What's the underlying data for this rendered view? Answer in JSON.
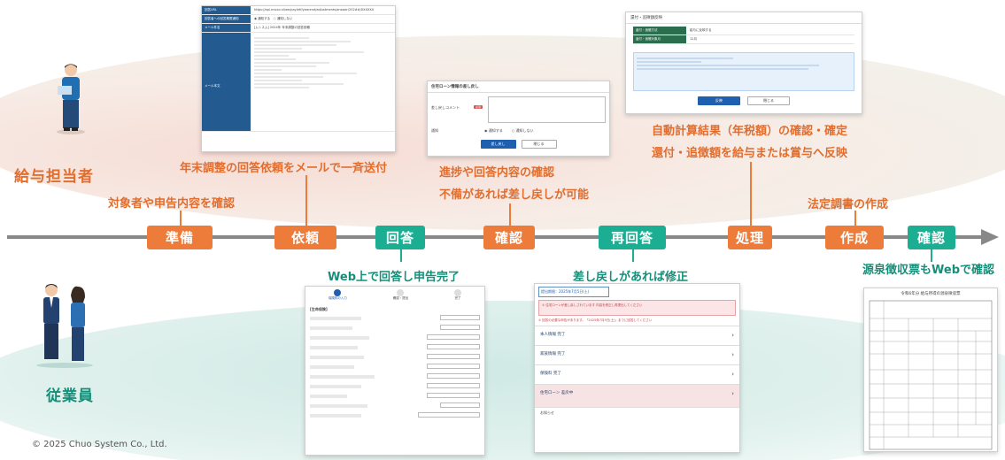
{
  "roles": {
    "admin": "給与担当者",
    "employee": "従業員"
  },
  "copyright": "© 2025 Chuo System Co., Ltd.",
  "steps": {
    "prepare": "準備",
    "request": "依頼",
    "answer": "回答",
    "confirm": "確認",
    "reanswer": "再回答",
    "process": "処理",
    "create": "作成",
    "final_confirm": "確認"
  },
  "captions": {
    "prepare": "対象者や申告内容を確認",
    "request": "年末調整の回答依頼をメールで一斉送付",
    "confirm_1": "進捗や回答内容の確認",
    "confirm_2": "不備があれば差し戻しが可能",
    "process_1": "自動計算結果（年税額）の確認・確定",
    "process_2": "還付・追徴額を給与または賞与へ反映",
    "create": "法定調書の作成",
    "answer": "Web上で回答し申告完了",
    "reanswer": "差し戻しがあれば修正",
    "final_confirm": "源泉徴収票もWebで確認"
  },
  "shots": {
    "mail": {
      "url_label": "回答URL",
      "url": "https://api.nnoco.nl/we/pay/etf/yearend/adjustments/answer/202##/XXXXXX",
      "setting_label": "回答者への回答期限通知",
      "setting": "◉ 通知する　○ 通知しない",
      "subject_label": "メール件名",
      "subject": "[ムシスム] 2024年 年末調整の回答依頼",
      "body_label": "メール本文"
    },
    "sendback": {
      "title": "住宅ローン情報の差し戻し",
      "comment_label": "差し戻しコメント",
      "required": "必須",
      "notify_label": "通知",
      "opt_yes": "◉ 通知する",
      "opt_no": "○ 通知しない",
      "btn_send": "差し戻し",
      "btn_close": "閉じる"
    },
    "refund": {
      "title": "還付・追徴額反映",
      "method_label": "還付・追徴方法",
      "method": "給与に反映する",
      "month_label": "還付・追徴対象月",
      "month": "12月",
      "btn_reflect": "反映",
      "btn_close": "閉じる"
    },
    "form": {
      "steps": [
        "保険料の入力",
        "確認・提出",
        "完了"
      ],
      "section": "[生命保険]"
    },
    "reanswer": {
      "deadline": "提出期限：2025年7月5日(土)",
      "alert": "① 住宅ローンが差し戻しされています 内容を修正し再提出してください",
      "notice": "① 回答の必要な申告があります。「2025年7月5日(土)」までに回答してください",
      "items": [
        "本人情報 完了",
        "家族情報 完了",
        "保険料 完了",
        "住宅ローン 差戻中"
      ],
      "notice_header": "お知らせ"
    },
    "slip": {
      "title": "令和6年分 給与所得の源泉徴収票"
    }
  }
}
